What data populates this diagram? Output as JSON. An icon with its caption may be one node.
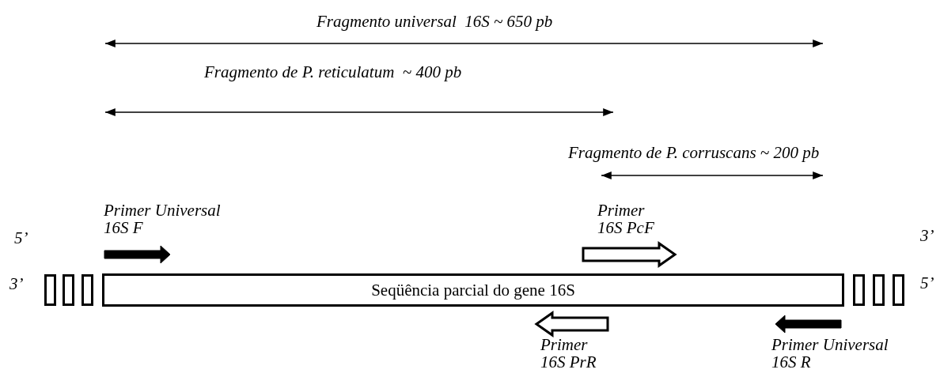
{
  "diagram": {
    "nodes": [
      {
        "text": [],
        "shape": "box"
      },
      {
        "text": [],
        "shape": "box"
      },
      {
        "text": [],
        "shape": "box"
      },
      {
        "text": [
          "Seqüência parcial do gene 16S"
        ]
      },
      {
        "text": [],
        "shape": "box"
      },
      {
        "text": [],
        "shape": "box"
      },
      {
        "text": [],
        "shape": "box"
      }
    ],
    "edges": [],
    "labels": [
      "Fragmento universal  16S ~ 650 pb",
      "Fragmento de P. reticulatum  ~ 400 pb",
      "Fragmento de P. corruscans ~ 200 pb",
      "Primer Universal 16S F",
      "Primer 16S PcF",
      "5’",
      "3’",
      "3’",
      "5’",
      "Primer 16S PrR",
      "Primer Universal 16S R"
    ]
  }
}
